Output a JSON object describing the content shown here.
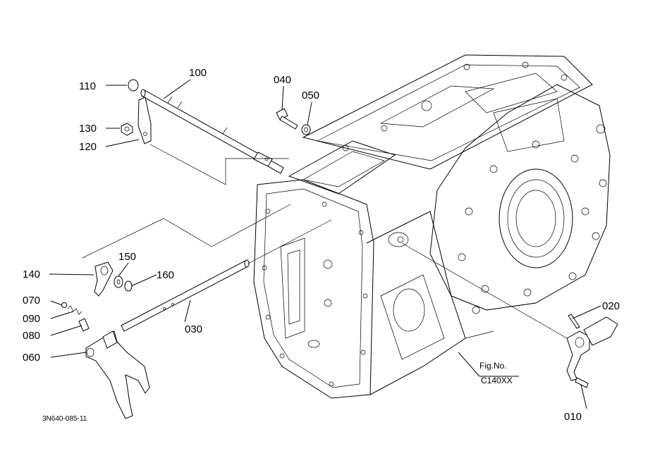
{
  "parts": [
    {
      "id": "p010",
      "label": "010"
    },
    {
      "id": "p020",
      "label": "020"
    },
    {
      "id": "p030",
      "label": "030"
    },
    {
      "id": "p040",
      "label": "040"
    },
    {
      "id": "p050",
      "label": "050"
    },
    {
      "id": "p060",
      "label": "060"
    },
    {
      "id": "p070",
      "label": "070"
    },
    {
      "id": "p080",
      "label": "080"
    },
    {
      "id": "p090",
      "label": "090"
    },
    {
      "id": "p100",
      "label": "100"
    },
    {
      "id": "p110",
      "label": "110"
    },
    {
      "id": "p120",
      "label": "120"
    },
    {
      "id": "p130",
      "label": "130"
    },
    {
      "id": "p140",
      "label": "140"
    },
    {
      "id": "p150",
      "label": "150"
    },
    {
      "id": "p160",
      "label": "160"
    }
  ],
  "figure_ref": {
    "line1": "Fig.No.",
    "line2": "C140XX"
  },
  "drawing_number": "3N640-085-11"
}
